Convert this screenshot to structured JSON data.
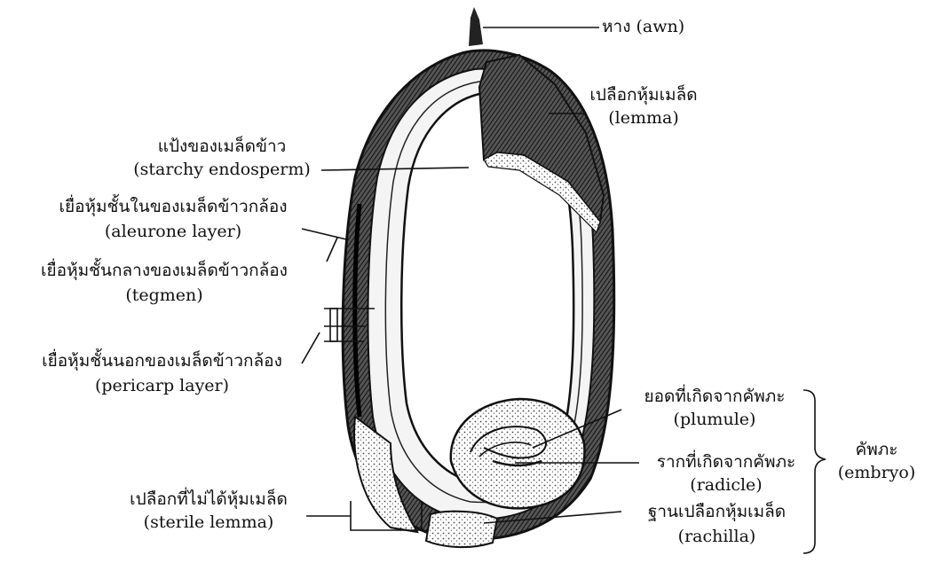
{
  "labels": {
    "awn": "หาง (awn)",
    "lemma_th": "เปลือกหุ้มเมล็ด",
    "lemma_en": "(lemma)",
    "endosperm_th": "แป้งของเมล็ดข้าว",
    "endosperm_en": "(starchy endosperm)",
    "aleurone_th": "เยื่อหุ้มชั้นในของเมล็ดข้าวกล้อง",
    "aleurone_en": "(aleurone layer)",
    "tegmen_th": "เยื่อหุ้มชั้นกลางของเมล็ดข้าวกล้อง",
    "tegmen_en": "(tegmen)",
    "pericarp_th": "เยื่อหุ้มชั้นนอกของเมล็ดข้าวกล้อง",
    "pericarp_en": "(pericarp layer)",
    "plumule_th": "ยอดที่เกิดจากคัพภะ",
    "plumule_en": "(plumule)",
    "embryo_th": "คัพภะ",
    "embryo_en": "(embryo)",
    "radicle_th": "รากที่เกิดจากคัพภะ",
    "radicle_en": "(radicle)",
    "sterile_th": "เปลือกที่ไม่ได้หุ้มเมล็ด",
    "sterile_en": "(sterile lemma)",
    "rachilla_th": "ฐานเปลือกหุ้มเมล็ด",
    "rachilla_en": "(rachilla)"
  },
  "colors": {
    "ink": "#111111",
    "shade_dark": "#333333",
    "shade_mid": "#777777",
    "paper": "#ffffff"
  }
}
